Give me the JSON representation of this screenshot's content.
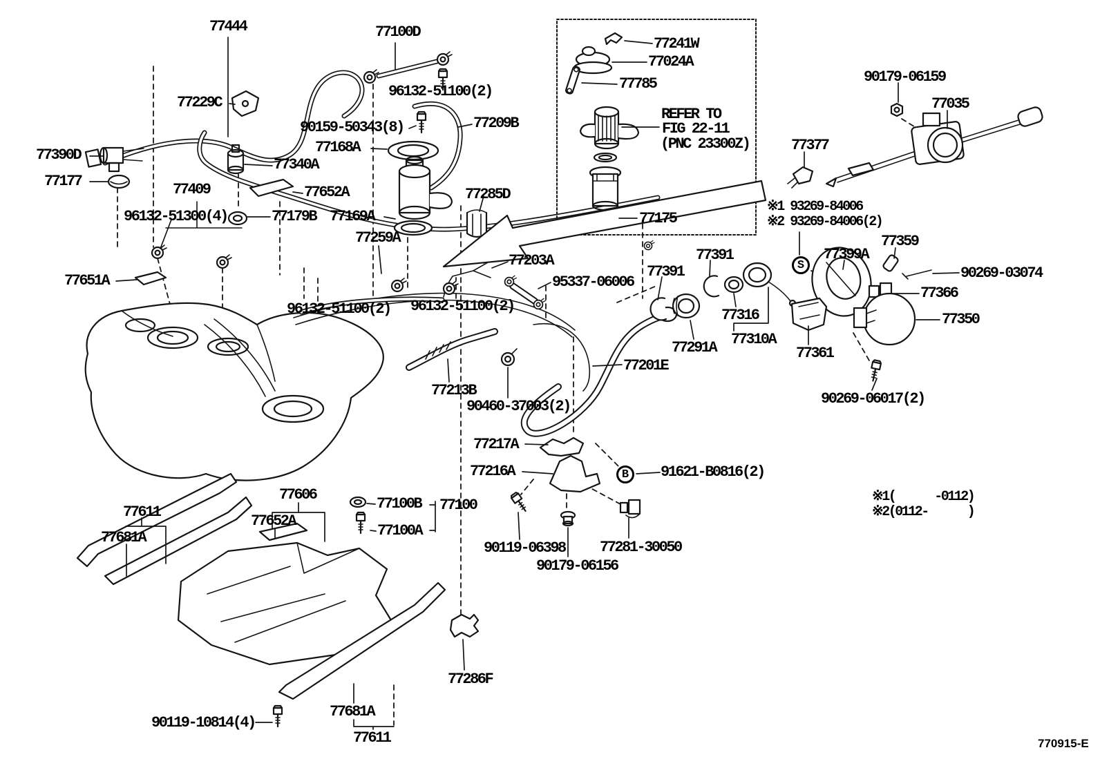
{
  "diagram": {
    "drawing_number": "770915-E",
    "callouts": {
      "s": "S",
      "b": "B"
    },
    "inset": {
      "p77241W": "77241W",
      "p77024A": "77024A",
      "p77785": "77785",
      "refer1": "REFER TO",
      "refer2": "FIG 22-11",
      "refer3": "(PNC 23300Z)",
      "p77175": "77175"
    },
    "legend": {
      "line1": "※1(      -0112)",
      "line2": "※2(0112-      )"
    },
    "notes": {
      "note1": "※1 93269-84006",
      "note2": "※2 93269-84006(2)"
    },
    "parts": {
      "p77444": "77444",
      "p77100D": "77100D",
      "p96132_51100_top": "96132-51100(2)",
      "p77229C": "77229C",
      "p90159_50343": "90159-50343(8)",
      "p77209B": "77209B",
      "p77168A": "77168A",
      "p77390D": "77390D",
      "p77340A": "77340A",
      "p77177": "77177",
      "p77409": "77409",
      "p77652A_upper": "77652A",
      "p77285D": "77285D",
      "p96132_51300": "96132-51300(4)",
      "p77179B": "77179B",
      "p77169A": "77169A",
      "p77259A": "77259A",
      "p77203A": "77203A",
      "p77651A": "77651A",
      "p95337_06006": "95337-06006",
      "p96132_51100_left": "96132-51100(2)",
      "p96132_51100_right": "96132-51100(2)",
      "p77391_left": "77391",
      "p77391_right": "77391",
      "p77316": "77316",
      "p77310A": "77310A",
      "p77291A": "77291A",
      "p77201E": "77201E",
      "p77213B": "77213B",
      "p90460_37003": "90460-37003(2)",
      "p77217A": "77217A",
      "p77216A": "77216A",
      "p91621_B0816": "91621-B0816(2)",
      "p77606": "77606",
      "p77100B": "77100B",
      "p77100": "77100",
      "p77100A": "77100A",
      "p77611_upper": "77611",
      "p77652A_lower": "77652A",
      "p77681A_upper": "77681A",
      "p90119_06398": "90119-06398",
      "p77281_30050": "77281-30050",
      "p90179_06156": "90179-06156",
      "p90269_06017": "90269-06017(2)",
      "p77361": "77361",
      "p77350": "77350",
      "p77366": "77366",
      "p90269_03074": "90269-03074",
      "p77359": "77359",
      "p77399A": "77399A",
      "p77377": "77377",
      "p90179_06159": "90179-06159",
      "p77035": "77035",
      "p77286F": "77286F",
      "p90119_10814": "90119-10814(4)",
      "p77681A_lower": "77681A",
      "p77611_lower": "77611"
    }
  }
}
